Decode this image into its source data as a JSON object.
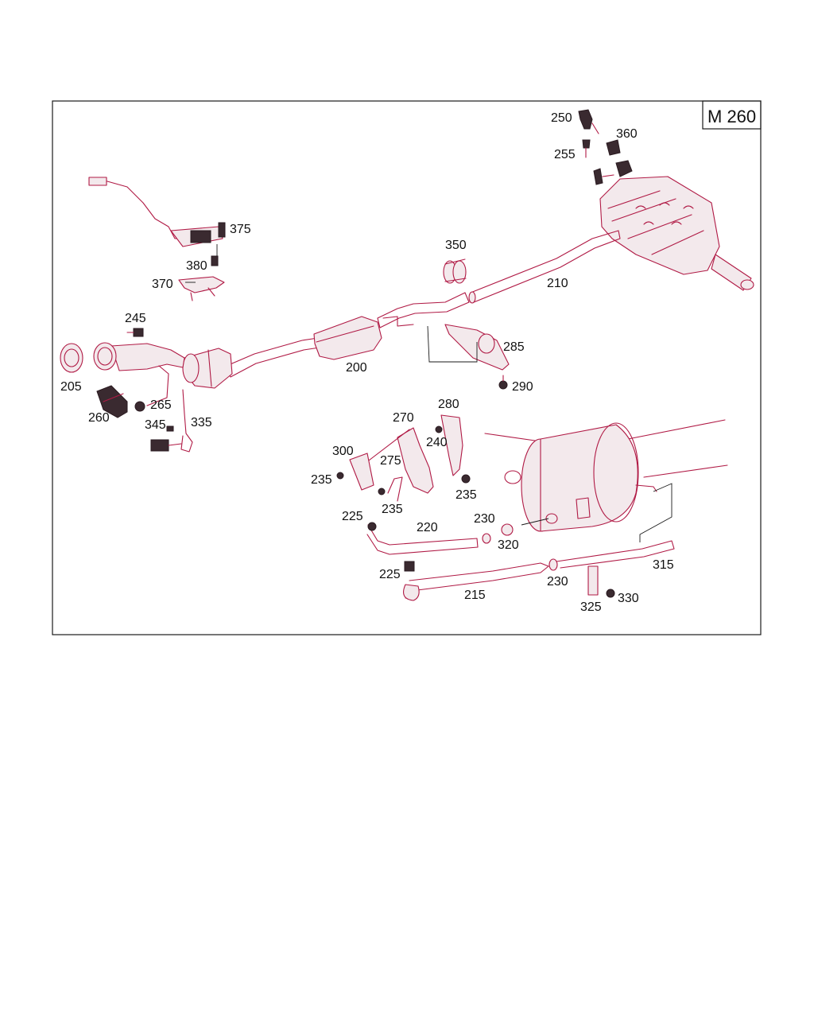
{
  "diagram_code": "M 260",
  "part_numbers": {
    "p200": "200",
    "p205": "205",
    "p210": "210",
    "p215": "215",
    "p220": "220",
    "p225a": "225",
    "p225b": "225",
    "p230a": "230",
    "p230b": "230",
    "p235a": "235",
    "p235b": "235",
    "p235c": "235",
    "p240": "240",
    "p245": "245",
    "p250": "250",
    "p255": "255",
    "p260": "260",
    "p265": "265",
    "p270": "270",
    "p275": "275",
    "p280": "280",
    "p285": "285",
    "p290": "290",
    "p300": "300",
    "p315": "315",
    "p320": "320",
    "p325": "325",
    "p330": "330",
    "p335": "335",
    "p345": "345",
    "p350": "350",
    "p360": "360",
    "p370": "370",
    "p375": "375",
    "p380": "380"
  }
}
